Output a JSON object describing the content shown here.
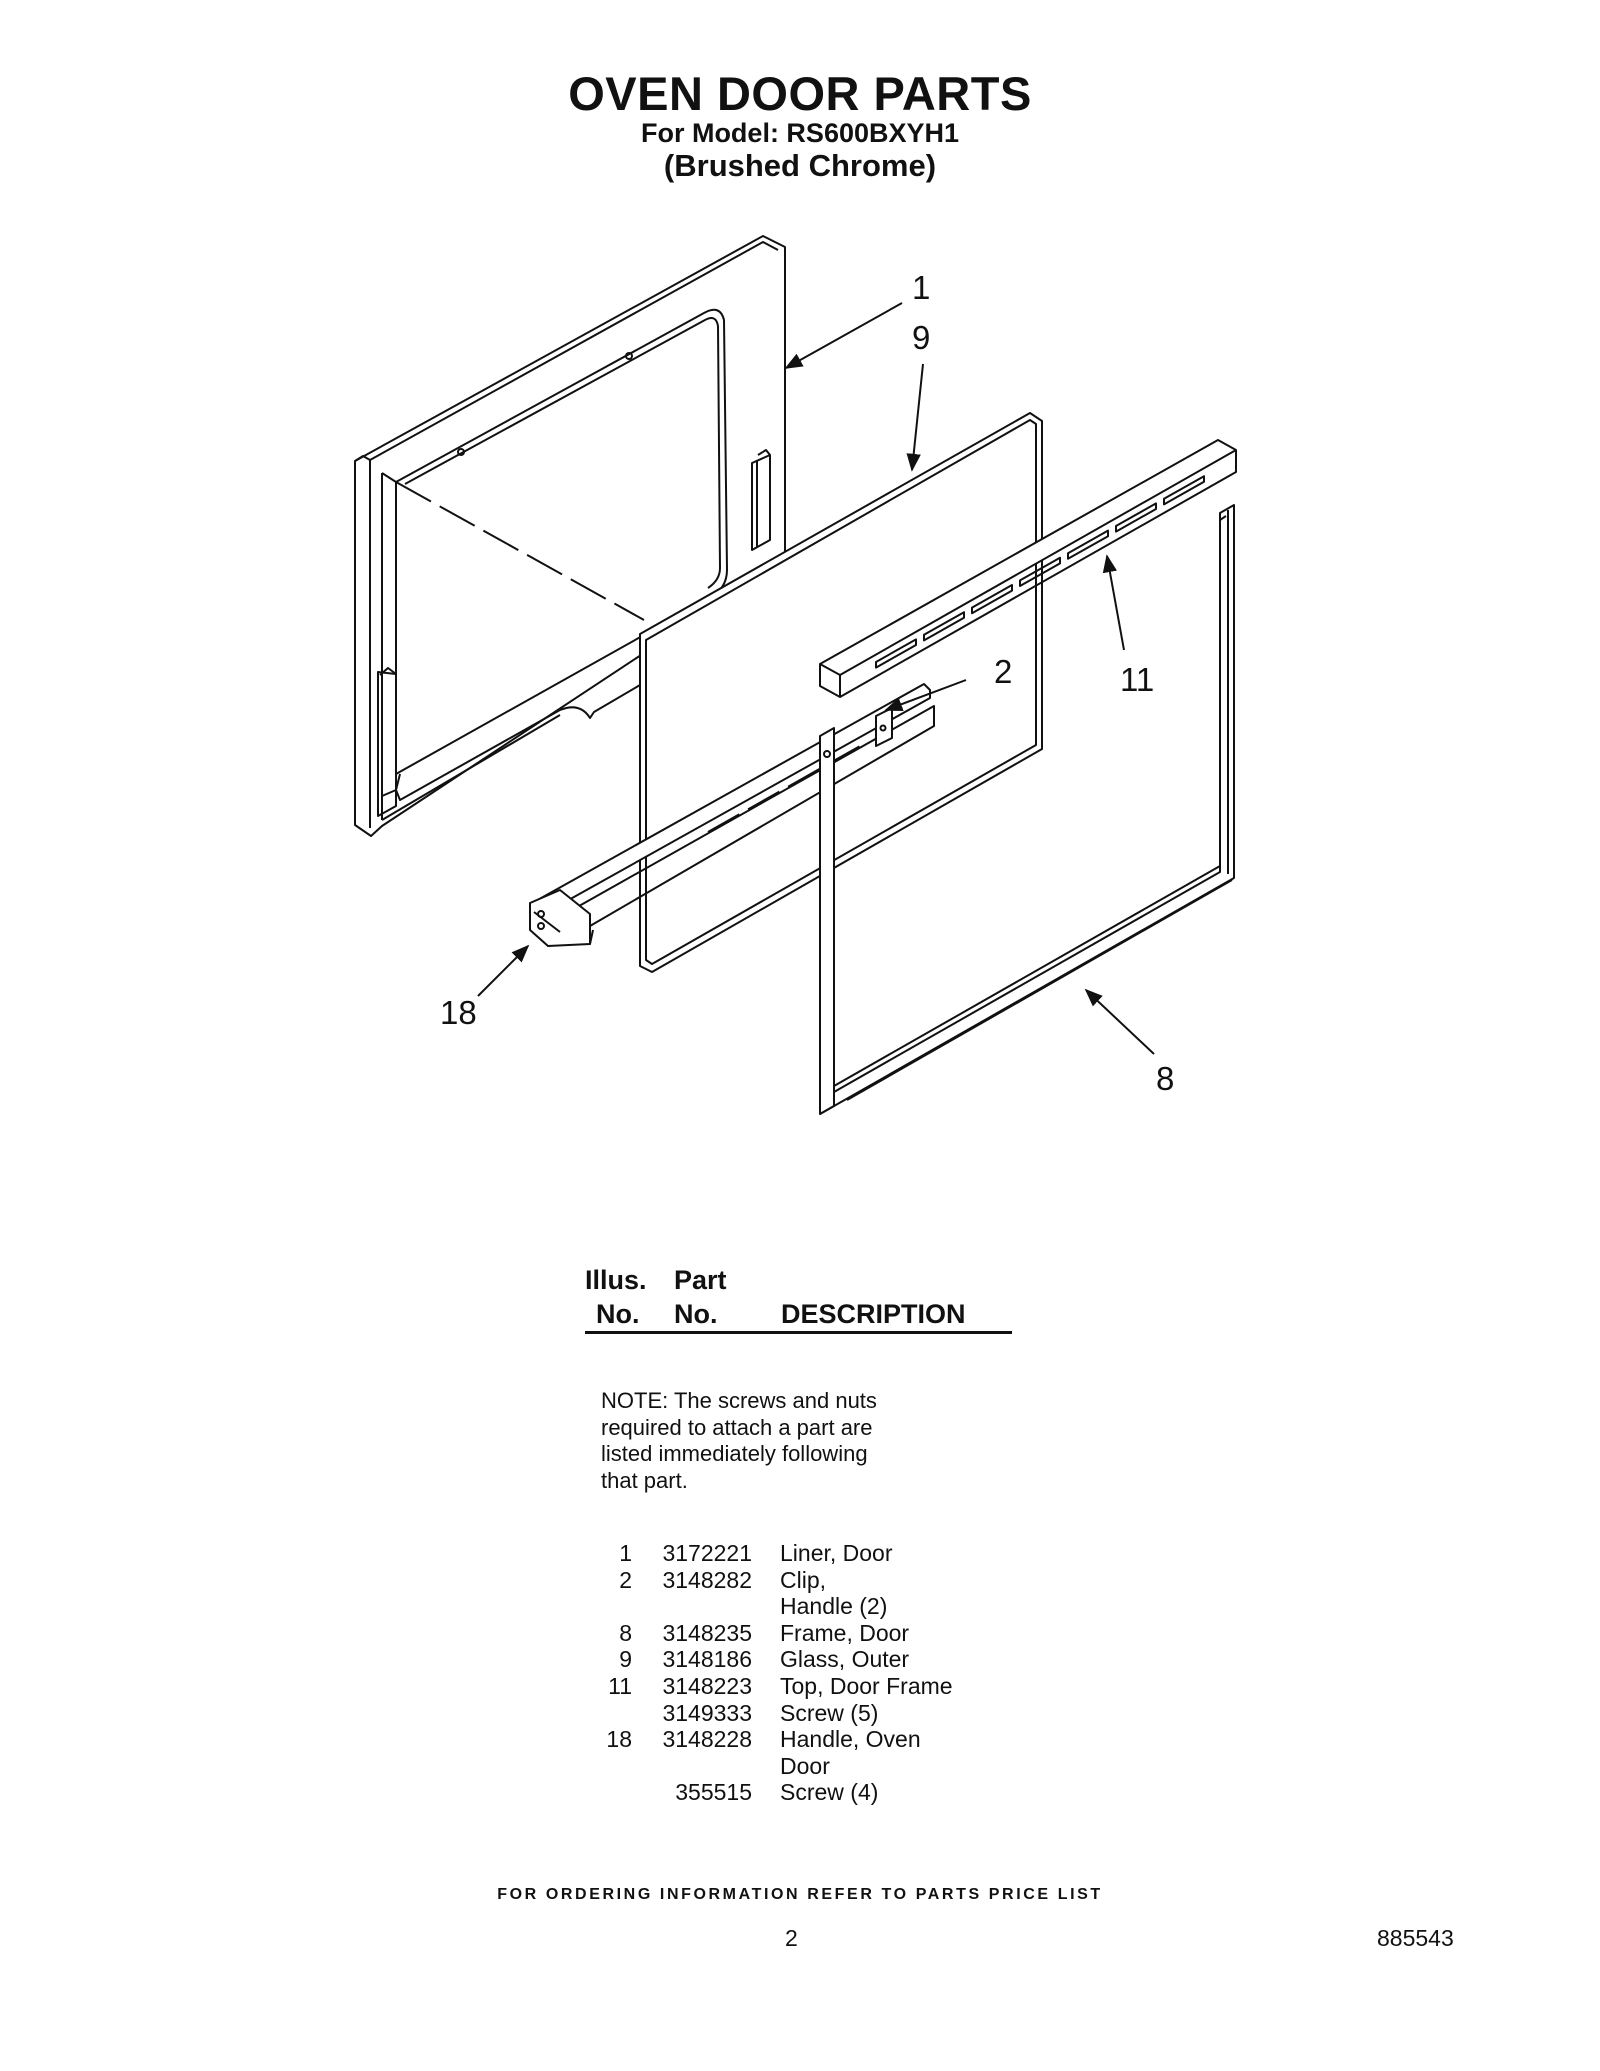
{
  "title": "OVEN DOOR PARTS",
  "model_line": "For Model: RS600BXYH1",
  "finish_line": "(Brushed Chrome)",
  "callouts": {
    "c1": "1",
    "c9": "9",
    "c2": "2",
    "c11": "11",
    "c18": "18",
    "c8": "8"
  },
  "table_header": {
    "illus_line1": "Illus.",
    "illus_line2": "No.",
    "part_line1": "Part",
    "part_line2": "No.",
    "description": "DESCRIPTION"
  },
  "note_lines": [
    "NOTE: The screws and nuts",
    "required to attach a part are",
    "listed immediately following",
    "that part."
  ],
  "parts": [
    {
      "illus": "1",
      "part": "3172221",
      "desc": "Liner, Door"
    },
    {
      "illus": "2",
      "part": "3148282",
      "desc": "Clip,"
    },
    {
      "illus": "",
      "part": "",
      "desc": "Handle (2)"
    },
    {
      "illus": "8",
      "part": "3148235",
      "desc": "Frame, Door"
    },
    {
      "illus": "9",
      "part": "3148186",
      "desc": "Glass, Outer"
    },
    {
      "illus": "11",
      "part": "3148223",
      "desc": "Top, Door Frame"
    },
    {
      "illus": "",
      "part": "3149333",
      "desc": "Screw (5)"
    },
    {
      "illus": "18",
      "part": "3148228",
      "desc": "Handle, Oven"
    },
    {
      "illus": "",
      "part": "",
      "desc": "Door"
    },
    {
      "illus": "",
      "part": "355515",
      "desc": "Screw (4)"
    }
  ],
  "footer": "FOR ORDERING INFORMATION REFER TO PARTS PRICE LIST",
  "page_number": "2",
  "document_number": "885543"
}
